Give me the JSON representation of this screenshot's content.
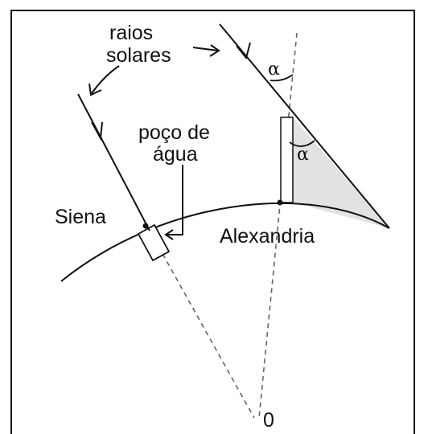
{
  "labels": {
    "sun_rays_line1": "raios",
    "sun_rays_line2": "solares",
    "well_line1": "poço de",
    "well_line2": "água",
    "city_left": "Siena",
    "city_right": "Alexandria",
    "angle_top": "α",
    "angle_bottom": "α",
    "center": "0"
  },
  "colors": {
    "stroke": "#111111",
    "shadow_fill": "#e2e2e2",
    "background": "#ffffff"
  }
}
